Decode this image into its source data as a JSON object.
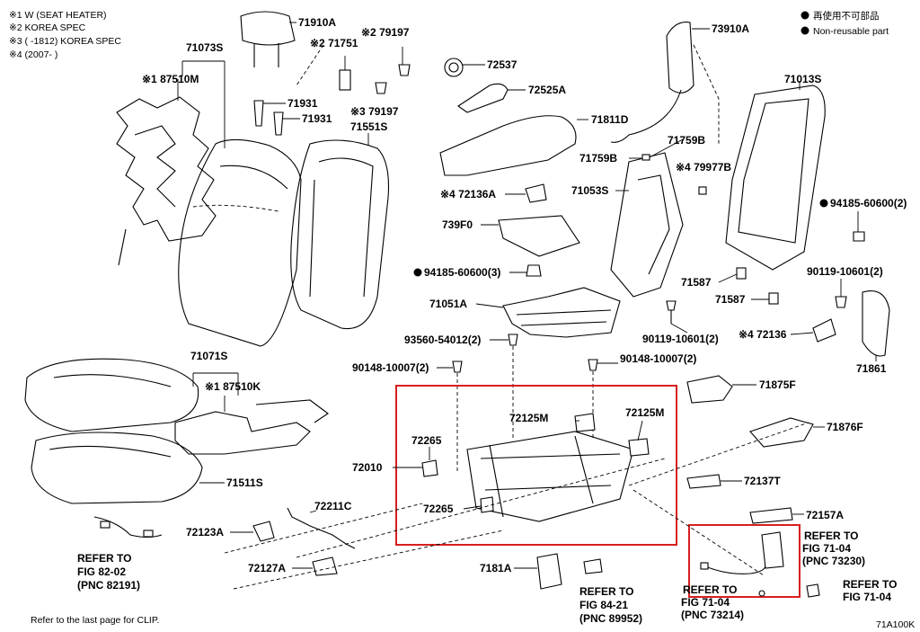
{
  "notes": {
    "n1": "※1 W (SEAT HEATER)",
    "n2": "※2 KOREA SPEC",
    "n3": "※3 (     -1812) KOREA SPEC",
    "n4": "※4 (2007-     )",
    "legend_jp": "再使用不可部品",
    "legend_en": "Non-reusable part",
    "footer": "Refer to the last page for CLIP.",
    "figure_code": "71A100K"
  },
  "labels": {
    "p71910A": "71910A",
    "p79197a": "※2 79197",
    "p71751": "※2 71751",
    "p71931a": "71931",
    "p71931b": "71931",
    "p79197b": "※3 79197",
    "p71551S": "71551S",
    "p71073S": "71073S",
    "p87510M": "※1 87510M",
    "p72537": "72537",
    "p72525A": "72525A",
    "p71811D": "71811D",
    "p73910A": "73910A",
    "p71013S": "71013S",
    "p71759Ba": "71759B",
    "p71759Bb": "71759B",
    "p79977B": "※4 79977B",
    "p72136Aa": "※4 72136A",
    "p71053S": "71053S",
    "p94185a": "94185-60600(2)",
    "p739F0": "739F0",
    "p94185b": "94185-60600(3)",
    "p71587a": "71587",
    "p71587b": "71587",
    "p90119a": "90119-10601(2)",
    "p71051A": "71051A",
    "p90119b": "90119-10601(2)",
    "p72136b": "※4 72136",
    "p71861": "71861",
    "p93560": "93560-54012(2)",
    "p90148a": "90148-10007(2)",
    "p90148b": "90148-10007(2)",
    "p71071S": "71071S",
    "p87510K": "※1 87510K",
    "p71875F": "71875F",
    "p72125Ma": "72125M",
    "p72125Mb": "72125M",
    "p71876F": "71876F",
    "p72265a": "72265",
    "p72010": "72010",
    "p71511S": "71511S",
    "p72137T": "72137T",
    "p72265b": "72265",
    "p72211C": "72211C",
    "p72123A": "72123A",
    "p72157A": "72157A",
    "p72127A": "72127A",
    "p7181A": "7181A"
  },
  "refs": {
    "r1": [
      "REFER TO",
      "FIG 82-02",
      "(PNC 82191)"
    ],
    "r2": [
      "REFER TO",
      "FIG 84-21",
      "(PNC 89952)"
    ],
    "r3": [
      "REFER TO",
      "FIG 71-04",
      "(PNC 73214)"
    ],
    "r4": [
      "REFER TO",
      "FIG 71-04",
      "(PNC 73230)"
    ],
    "r5": [
      "REFER TO",
      "FIG 71-04"
    ]
  },
  "colors": {
    "highlight": "#d81e1e",
    "ink": "#000000"
  }
}
